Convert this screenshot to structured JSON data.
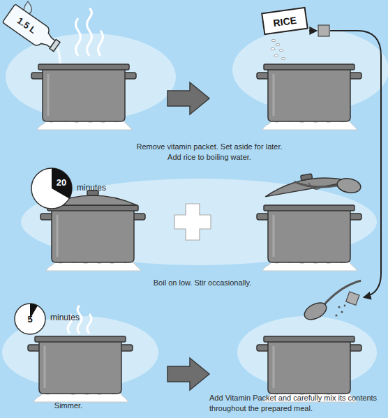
{
  "diagram": {
    "nodes": [
      {
        "text": [
          "1.5 L"
        ]
      },
      {
        "text": [
          "RICE"
        ]
      },
      {
        "text": [
          "20",
          "minutes"
        ]
      },
      {
        "text": [
          "5",
          "minutes"
        ]
      }
    ],
    "labels": [
      "Remove vitamin packet. Set aside for later. Add rice to boiling water.",
      "Boil on low. Stir occasionally.",
      "Simmer.",
      "Add Vitamin Packet and carefully mix its contents throughout the prepared meal."
    ]
  }
}
